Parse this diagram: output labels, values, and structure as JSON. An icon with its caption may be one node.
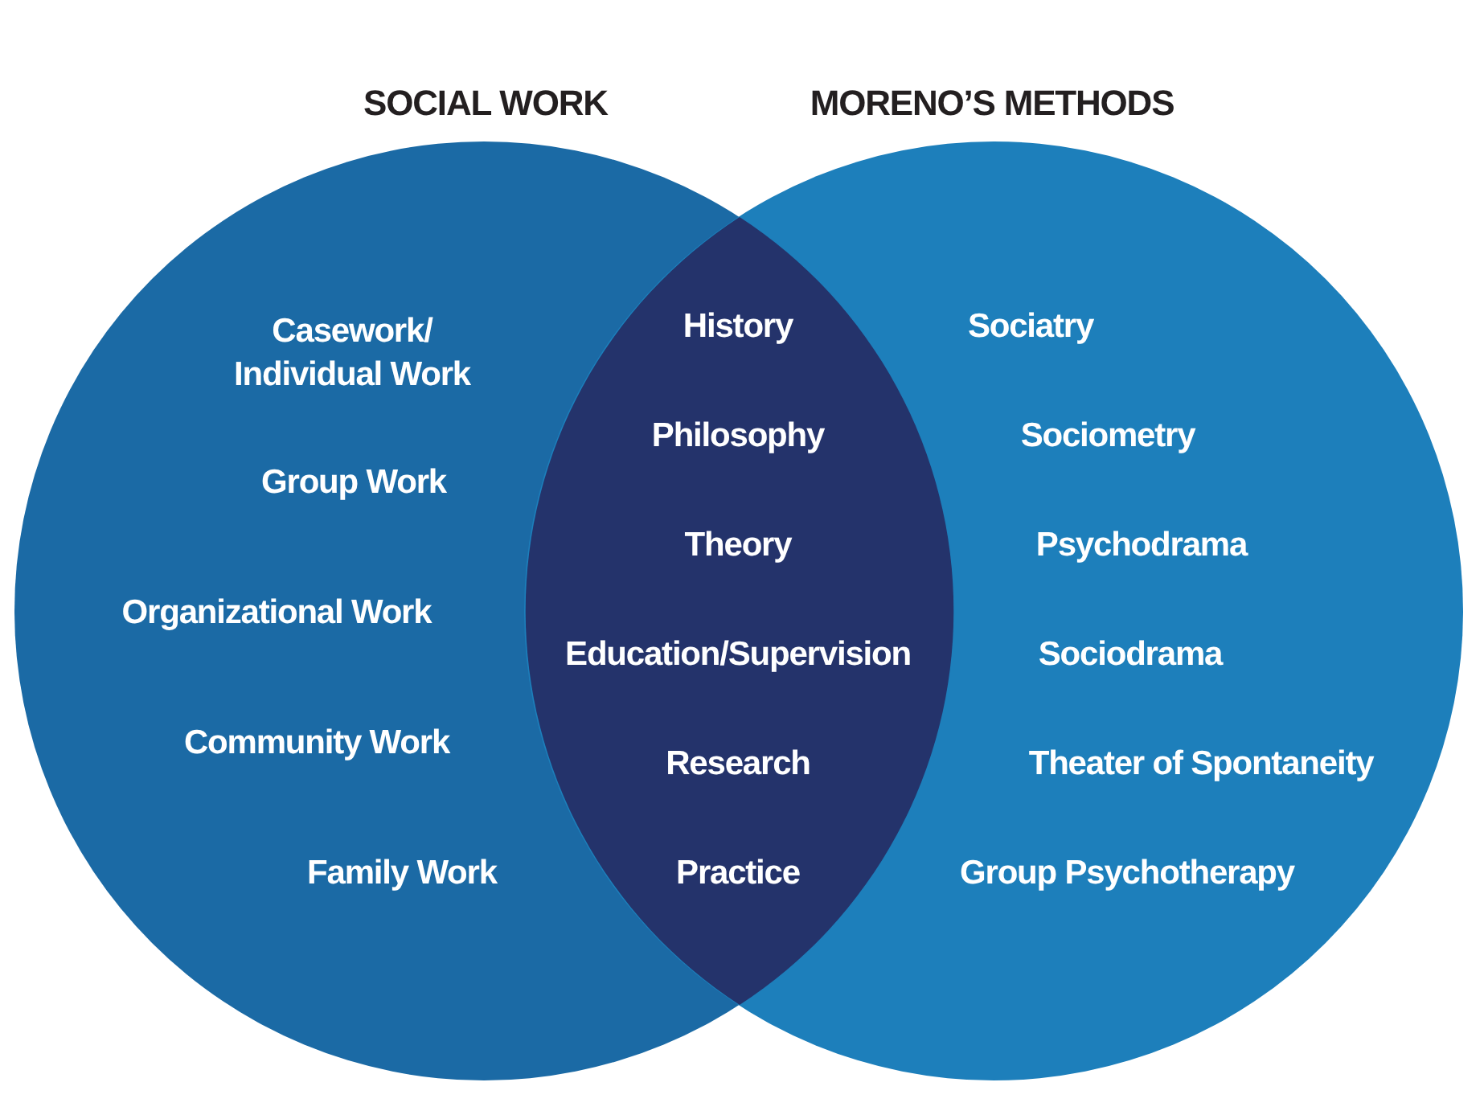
{
  "diagram": {
    "nodes": [
      {
        "text": [
          "SOCIAL WORK",
          "Casework/ Individual Work",
          "Group Work",
          "Organizational Work",
          "Community Work",
          "Family Work"
        ]
      },
      {
        "text": [
          "MORENO’S METHODS",
          "Sociatry",
          "Sociometry",
          "Psychodrama",
          "Sociodrama",
          "Theater of Spontaneity",
          "Group Psychotherapy"
        ]
      },
      {
        "text": [
          "History",
          "Philosophy",
          "Theory",
          "Education/Supervision",
          "Research",
          "Practice"
        ]
      }
    ],
    "edges": []
  }
}
